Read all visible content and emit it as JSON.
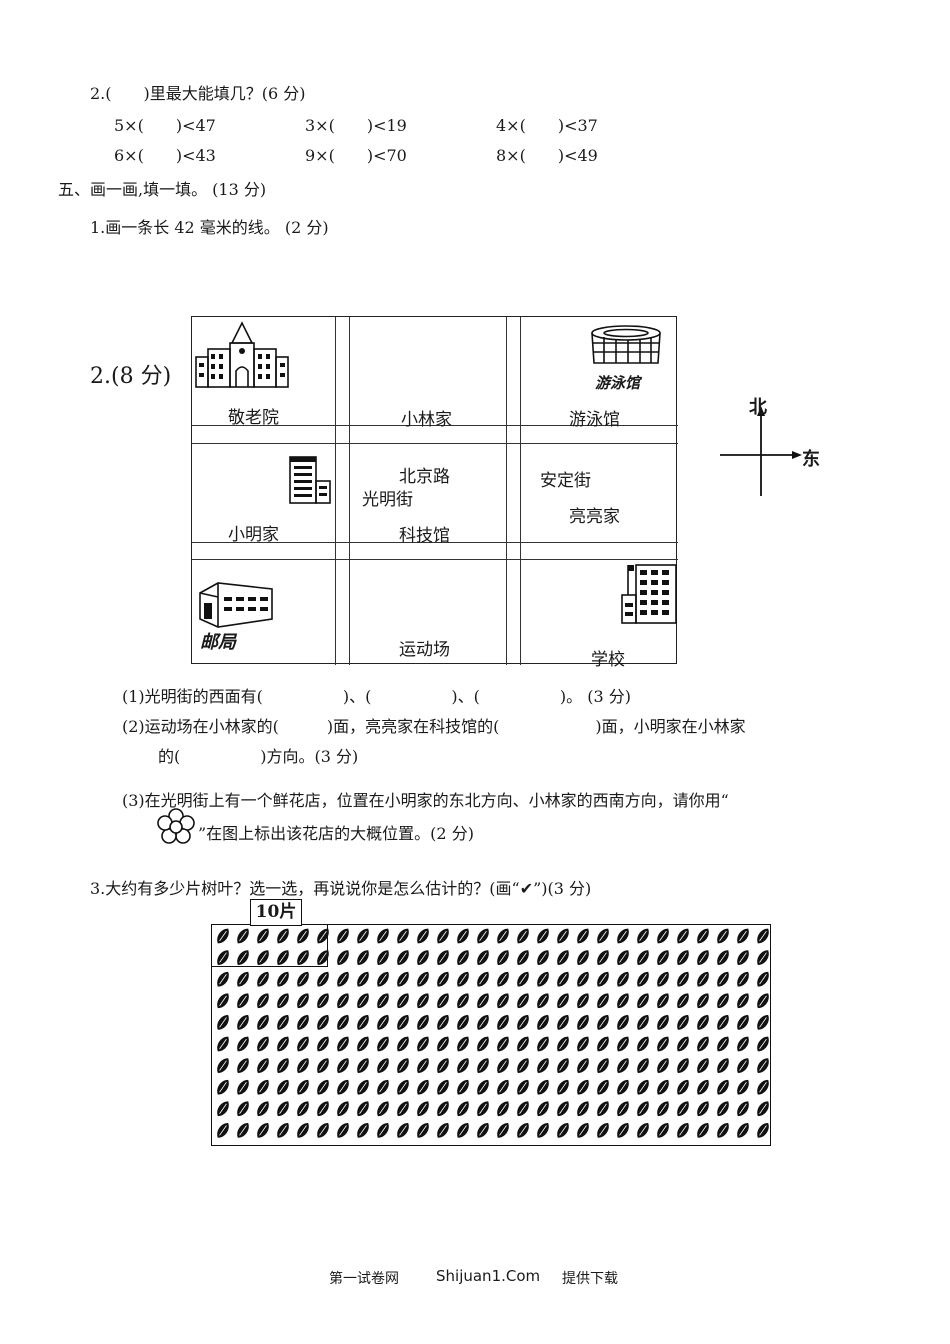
{
  "q2_fill": {
    "title": "2.(　　)里最大能填几？(6 分)",
    "row1": [
      "5×(　　)<47",
      "3×(　　)<19",
      "4×(　　)<37"
    ],
    "row2": [
      "6×(　　)<43",
      "9×(　　)<70",
      "8×(　　)<49"
    ]
  },
  "section5": {
    "title": "五、画一画,填一填。 (13 分)",
    "q1": "1.画一条长 42 毫米的线。 (2 分)",
    "q2_label": "2.(8 分)",
    "map": {
      "cells": {
        "nursing_home": "敬老院",
        "xiaolin_home": "小林家",
        "pool_label": "游泳馆",
        "pool_sign": "游泳馆",
        "xiaoming_home": "小明家",
        "beijing_road": "北京路",
        "guangming_street": "光明街",
        "sci_tech_museum": "科技馆",
        "anding_street": "安定街",
        "liangliang_home": "亮亮家",
        "post_office": "邮局",
        "stadium": "运动场",
        "school": "学校"
      },
      "compass": {
        "north": "北",
        "east": "东"
      }
    },
    "sub1": "(1)光明街的西面有(　　　　　)、(　　　　　)、(　　　　　)。 (3 分)",
    "sub2_line1": "(2)运动场在小林家的(　　　)面，亮亮家在科技馆的(　　　　　　)面，小明家在小林家",
    "sub2_line2": "的(　　　　　)方向。(3 分)",
    "sub3_line1": "(3)在光明街上有一个鲜花店，位置在小明家的东北方向、小林家的西南方向，请你用“",
    "sub3_line2": "”在图上标出该花店的大概位置。(2 分)",
    "q3": "3.大约有多少片树叶？选一选，再说说你是怎么估计的？(画“✔”)(3 分)",
    "leaves_tag": "10片"
  },
  "footer": {
    "site_cn": "第一试卷网",
    "site_domain": "Shijuan1.Com",
    "tagline": "提供下载"
  }
}
